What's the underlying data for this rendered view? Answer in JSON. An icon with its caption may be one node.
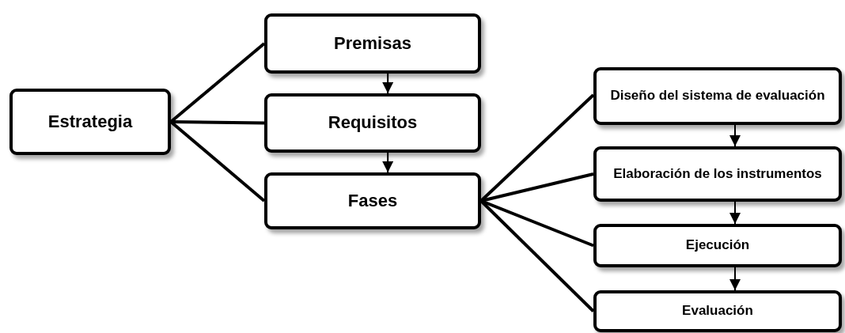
{
  "diagram": {
    "nodes": [
      {
        "text": [
          "Estrategia"
        ]
      },
      {
        "text": [
          "Premisas"
        ]
      },
      {
        "text": [
          "Requisitos"
        ]
      },
      {
        "text": [
          "Fases"
        ]
      },
      {
        "text": [
          "Diseño del sistema de evaluación"
        ]
      },
      {
        "text": [
          "Elaboración de los instrumentos"
        ]
      },
      {
        "text": [
          "Ejecución"
        ]
      },
      {
        "text": [
          "Evaluación"
        ]
      }
    ],
    "edges": [
      {
        "from": 0,
        "to": 1,
        "arrow": "none"
      },
      {
        "from": 0,
        "to": 2,
        "arrow": "none"
      },
      {
        "from": 0,
        "to": 3,
        "arrow": "none"
      },
      {
        "from": 1,
        "to": 2,
        "arrow": "to"
      },
      {
        "from": 2,
        "to": 3,
        "arrow": "to"
      },
      {
        "from": 3,
        "to": 4,
        "arrow": "none"
      },
      {
        "from": 3,
        "to": 5,
        "arrow": "none"
      },
      {
        "from": 3,
        "to": 6,
        "arrow": "none"
      },
      {
        "from": 3,
        "to": 7,
        "arrow": "none"
      },
      {
        "from": 4,
        "to": 5,
        "arrow": "to"
      },
      {
        "from": 5,
        "to": 6,
        "arrow": "to"
      },
      {
        "from": 6,
        "to": 7,
        "arrow": "to"
      }
    ]
  }
}
